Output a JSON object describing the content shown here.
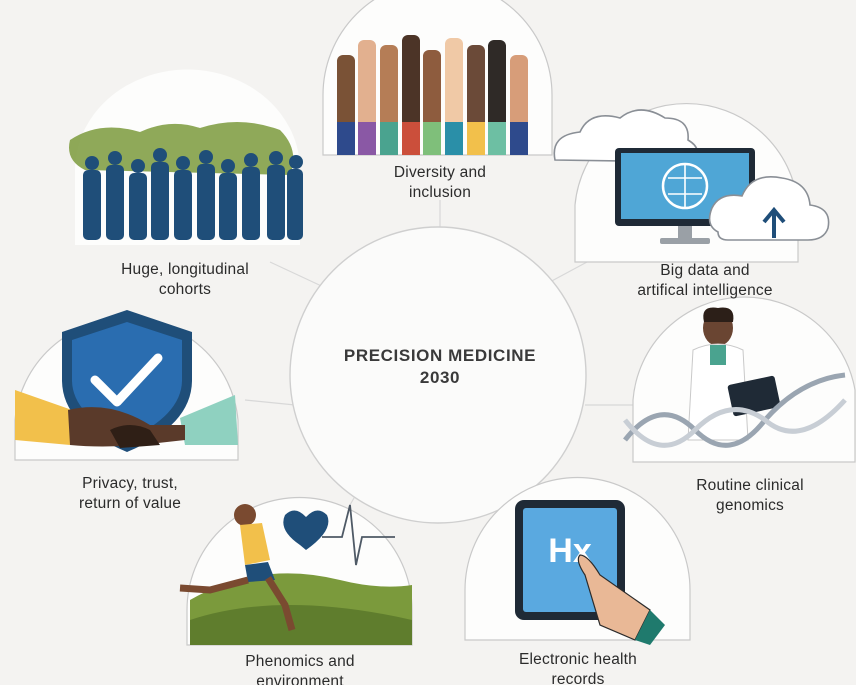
{
  "center": {
    "line1": "PRECISION MEDICINE",
    "line2": "2030"
  },
  "themes": {
    "diversity": {
      "line1": "Diversity and",
      "line2": "inclusion"
    },
    "big_data": {
      "line1": "Big data and",
      "line2": "artifical intelligence"
    },
    "genomics": {
      "line1": "Routine clinical",
      "line2": "genomics"
    },
    "ehr": {
      "line1": "Electronic health",
      "line2": "records"
    },
    "phenomics": {
      "line1": "Phenomics and",
      "line2": "environment"
    },
    "privacy": {
      "line1": "Privacy, trust,",
      "line2": "return of value"
    },
    "cohorts": {
      "line1": "Huge, longitudinal",
      "line2": "cohorts"
    }
  },
  "tablet_text": "Hx",
  "icons": [
    "raised-hands-icon",
    "world-population-icon",
    "brain-monitor-icon",
    "cloud-upload-icon",
    "doctor-icon",
    "dna-helix-icon",
    "tablet-icon",
    "runner-icon",
    "heart-pulse-icon",
    "shield-check-icon",
    "handshake-icon"
  ],
  "colors": {
    "background": "#f4f3f1",
    "navy": "#1f4e79",
    "blue": "#2a6db0",
    "green": "#7b9a3c",
    "teal": "#4aa38f",
    "yellow": "#f2c04b",
    "skin_dark": "#5a3a2a"
  }
}
